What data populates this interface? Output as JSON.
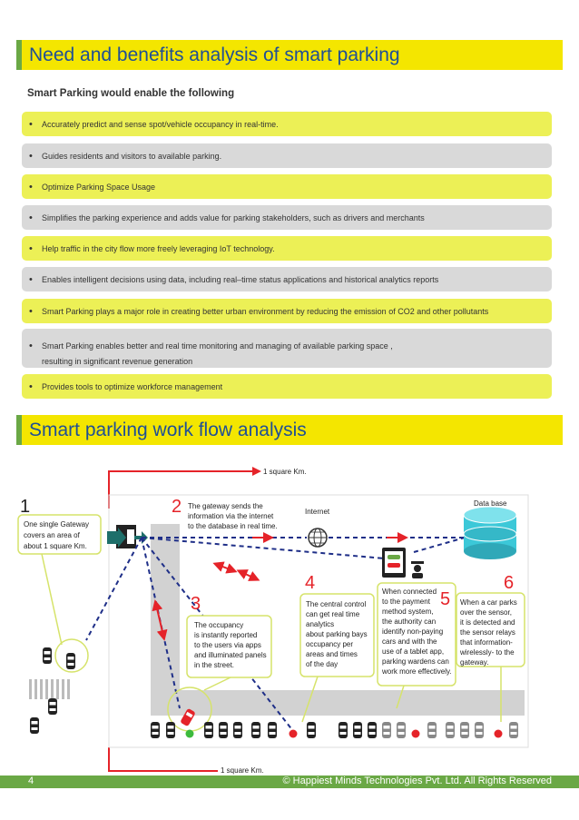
{
  "section1": {
    "title": "Need and benefits analysis of smart parking",
    "lead": "Smart Parking would enable the following",
    "bullet": "•",
    "items": [
      {
        "text": "Accurately predict and sense spot/vehicle occupancy in real-time.",
        "text2": ""
      },
      {
        "text": "Guides residents and visitors to available parking.",
        "text2": ""
      },
      {
        "text": "Optimize Parking Space Usage",
        "text2": ""
      },
      {
        "text": "Simplifies the parking experience and adds value for parking stakeholders, such as drivers and merchants",
        "text2": ""
      },
      {
        "text": "Help traffic in the city flow more freely leveraging IoT technology.",
        "text2": ""
      },
      {
        "text": "Enables intelligent decisions using data, including real–time status applications and historical analytics reports",
        "text2": ""
      },
      {
        "text": "Smart Parking plays a major role  in creating better urban environment by reducing the emission of CO2 and other pollutants",
        "text2": ""
      },
      {
        "text": "Smart Parking enables better and real time monitoring and managing of available parking space ,",
        "text2": "resulting in significant revenue generation"
      },
      {
        "text": "Provides tools to optimize workforce management",
        "text2": ""
      }
    ]
  },
  "section2": {
    "title": "Smart parking work flow analysis"
  },
  "diagram": {
    "top_label": "1 square Km.",
    "bottom_label": "1 square Km.",
    "internet_label": "Internet",
    "database_label": "Data base",
    "steps": [
      {
        "num": "1",
        "lines": [
          "One single Gateway",
          "covers an area of",
          "about 1 square Km."
        ]
      },
      {
        "num": "2",
        "lines": [
          "The gateway sends the",
          "information via the internet",
          "to the database in real time."
        ]
      },
      {
        "num": "3",
        "lines": [
          "The occupancy",
          "is instantly reported",
          "to the users via apps",
          "and illuminated panels",
          " in the street."
        ]
      },
      {
        "num": "4",
        "lines": [
          "The central control",
          "can get real time",
          "analytics",
          "about parking bays",
          "occupancy per",
          "areas and times",
          "of the day"
        ]
      },
      {
        "num": "5",
        "lines": [
          "When connected",
          "to the payment",
          "method system,",
          "the authority can",
          "identify non-paying",
          "cars and with the",
          "use of a tablet app,",
          "parking wardens can",
          "work more effectively."
        ]
      },
      {
        "num": "6",
        "lines": [
          "When a car parks",
          "over the sensor,",
          "it is detected and",
          "the sensor relays",
          "that information-",
          "wirelessly- to the",
          "gateway."
        ]
      }
    ],
    "colors": {
      "accent_red": "#e52329",
      "green": "#6aa845",
      "yellow": "#f4e600",
      "navy": "#1f2f88",
      "db": "#3cc8d8"
    }
  },
  "footer": {
    "page": "4",
    "copyright": "© Happiest Minds Technologies Pvt. Ltd. All Rights Reserved"
  }
}
